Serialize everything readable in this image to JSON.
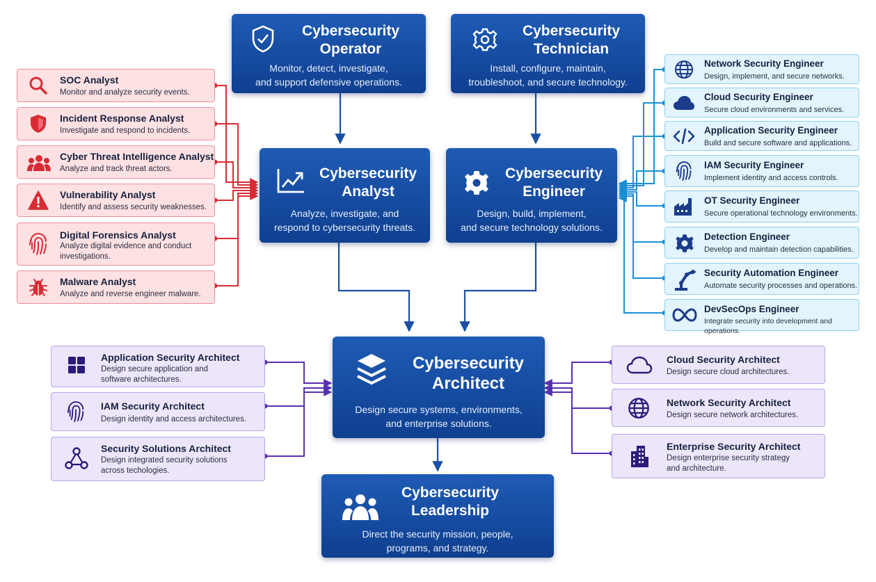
{
  "colors": {
    "red": "#d92b34",
    "blue": "#1a8fd6",
    "purple": "#5a2fb0",
    "main": "#1a4fa3"
  },
  "main": {
    "operator": {
      "title1": "Cybersecurity",
      "title2": "Operator",
      "desc1": "Monitor, detect, investigate,",
      "desc2": "and support defensive operations.",
      "icon": "shield-check-icon"
    },
    "technician": {
      "title1": "Cybersecurity",
      "title2": "Technician",
      "desc1": "Install, configure, maintain,",
      "desc2": "troubleshoot, and secure technology.",
      "icon": "gear-outline-icon"
    },
    "analyst": {
      "title1": "Cybersecurity",
      "title2": "Analyst",
      "desc1": "Analyze, investigate, and",
      "desc2": "respond to cybersecurity threats.",
      "icon": "trend-chart-icon"
    },
    "engineer": {
      "title1": "Cybersecurity",
      "title2": "Engineer",
      "desc1": "Design, build, implement,",
      "desc2": "and secure technology solutions.",
      "icon": "gear-icon"
    },
    "architect": {
      "title1": "Cybersecurity",
      "title2": "Architect",
      "desc1": "Design secure systems, environments,",
      "desc2": "and enterprise solutions.",
      "icon": "layers-icon"
    },
    "leadership": {
      "title1": "Cybersecurity",
      "title2": "Leadership",
      "desc1": "Direct the security mission, people,",
      "desc2": "programs, and strategy.",
      "icon": "team-icon"
    }
  },
  "analyst_roles": [
    {
      "title": "SOC Analyst",
      "desc1": "Monitor and analyze security events.",
      "desc2": "",
      "icon": "magnifier-icon"
    },
    {
      "title": "Incident Response Analyst",
      "desc1": "Investigate and respond to incidents.",
      "desc2": "",
      "icon": "shield-icon"
    },
    {
      "title": "Cyber Threat Intelligence Analyst",
      "desc1": "Analyze and track threat actors.",
      "desc2": "",
      "icon": "people-group-icon"
    },
    {
      "title": "Vulnerability Analyst",
      "desc1": "Identify and assess security weaknesses.",
      "desc2": "",
      "icon": "warning-icon"
    },
    {
      "title": "Digital Forensics Analyst",
      "desc1": "Analyze digital evidence and conduct",
      "desc2": "investigations.",
      "icon": "fingerprint-icon"
    },
    {
      "title": "Malware Analyst",
      "desc1": "Analyze and reverse engineer malware.",
      "desc2": "",
      "icon": "bug-icon"
    }
  ],
  "engineer_roles": [
    {
      "title": "Network Security Engineer",
      "desc": "Design, implement, and secure networks.",
      "icon": "globe-icon"
    },
    {
      "title": "Cloud Security Engineer",
      "desc": "Secure cloud environments and services.",
      "icon": "cloud-icon"
    },
    {
      "title": "Application Security Engineer",
      "desc": "Build and secure software and applications.",
      "icon": "code-icon"
    },
    {
      "title": "IAM Security Engineer",
      "desc": "Implement identity and access controls.",
      "icon": "fingerprint-icon"
    },
    {
      "title": "OT Security Engineer",
      "desc": "Secure operational technology environments.",
      "icon": "factory-icon"
    },
    {
      "title": "Detection Engineer",
      "desc": "Develop and maintain detection capabilities.",
      "icon": "gear-icon"
    },
    {
      "title": "Security Automation Engineer",
      "desc": "Automate security processes and operations.",
      "icon": "robot-arm-icon"
    },
    {
      "title": "DevSecOps Engineer",
      "desc": "Integrate security into development and operations.",
      "icon": "infinity-icon"
    }
  ],
  "architect_left": [
    {
      "title": "Application Security Architect",
      "desc1": "Design secure application and",
      "desc2": "software architectures.",
      "icon": "app-grid-icon"
    },
    {
      "title": "IAM Security Architect",
      "desc1": "Design identity and access architectures.",
      "desc2": "",
      "icon": "fingerprint-icon"
    },
    {
      "title": "Security Solutions Architect",
      "desc1": "Design integrated security solutions",
      "desc2": "across techologies.",
      "icon": "network-nodes-icon"
    }
  ],
  "architect_right": [
    {
      "title": "Cloud Security Architect",
      "desc1": "Design secure cloud architectures.",
      "desc2": "",
      "icon": "cloud-icon"
    },
    {
      "title": "Network Security Architect",
      "desc1": "Design secure network architectures.",
      "desc2": "",
      "icon": "globe-icon"
    },
    {
      "title": "Enterprise Security Architect",
      "desc1": "Design enterprise security strategy",
      "desc2": "and architecture.",
      "icon": "building-icon"
    }
  ]
}
